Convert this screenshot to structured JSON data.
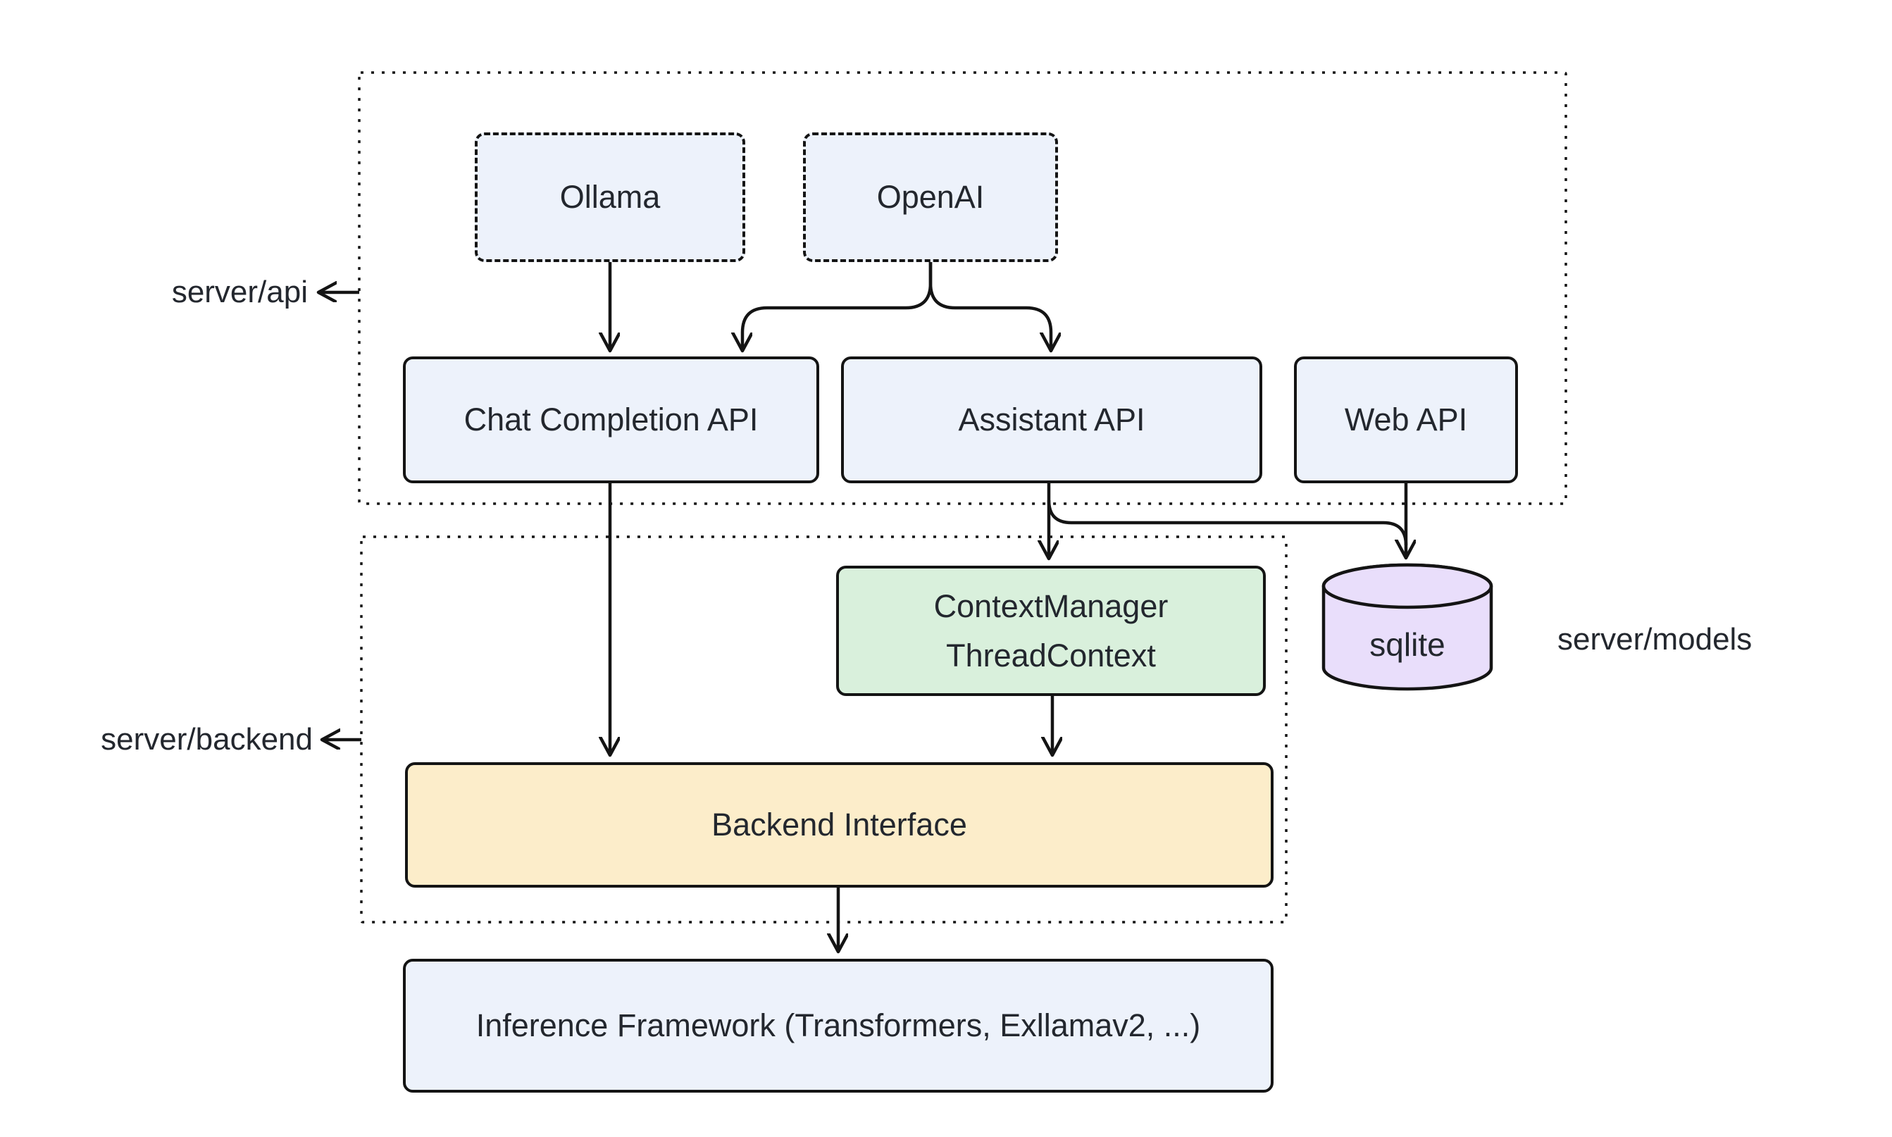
{
  "diagram": {
    "background_color": "#ffffff",
    "line_color": "#141414",
    "text_color": "#23272e",
    "group_labels": {
      "server_api": "server/api",
      "server_backend": "server/backend",
      "server_models": "server/models"
    },
    "nodes": {
      "ollama": {
        "label": "Ollama",
        "fill": "#edf2fb",
        "border": "dashed"
      },
      "openai": {
        "label": "OpenAI",
        "fill": "#edf2fb",
        "border": "dashed"
      },
      "chat_completion_api": {
        "label": "Chat Completion API",
        "fill": "#edf2fb",
        "border": "solid"
      },
      "assistant_api": {
        "label": "Assistant API",
        "fill": "#edf2fb",
        "border": "solid"
      },
      "web_api": {
        "label": "Web API",
        "fill": "#edf2fb",
        "border": "solid"
      },
      "context_manager": {
        "label_line_1": "ContextManager",
        "label_line_2": "ThreadContext",
        "fill": "#d9f0dc",
        "border": "solid"
      },
      "sqlite": {
        "label": "sqlite",
        "fill": "#e9defb",
        "shape": "database-cylinder"
      },
      "backend_interface": {
        "label": "Backend Interface",
        "fill": "#fcedca",
        "border": "solid"
      },
      "inference_framework": {
        "label": "Inference Framework (Transformers, Exllamav2, ...)",
        "fill": "#edf2fb",
        "border": "solid"
      }
    },
    "edges": [
      {
        "from": "ollama",
        "to": "chat_completion_api"
      },
      {
        "from": "openai",
        "to": "chat_completion_api"
      },
      {
        "from": "openai",
        "to": "assistant_api"
      },
      {
        "from": "chat_completion_api",
        "to": "backend_interface"
      },
      {
        "from": "assistant_api",
        "to": "context_manager"
      },
      {
        "from": "assistant_api",
        "to": "sqlite"
      },
      {
        "from": "web_api",
        "to": "sqlite"
      },
      {
        "from": "context_manager",
        "to": "backend_interface"
      },
      {
        "from": "backend_interface",
        "to": "inference_framework"
      }
    ]
  }
}
